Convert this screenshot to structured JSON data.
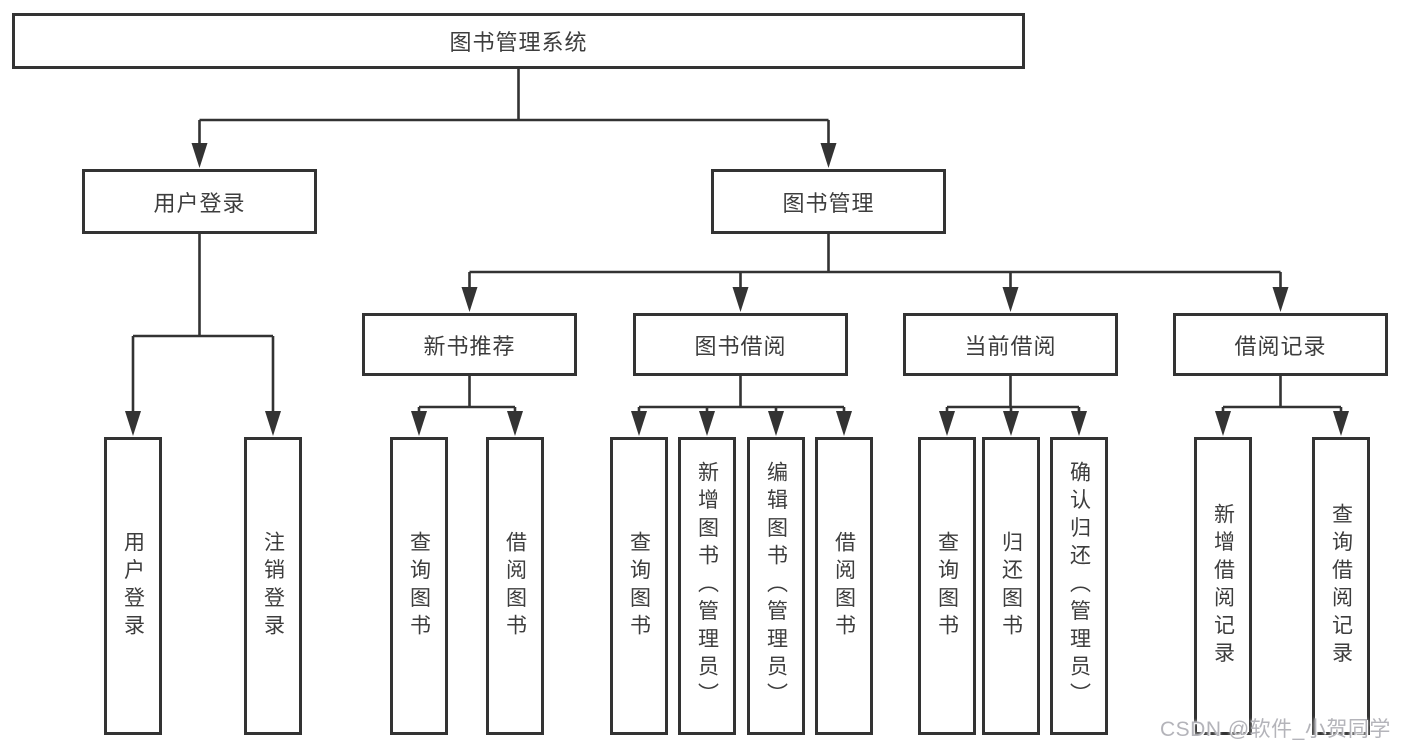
{
  "diagram": {
    "title_node": {
      "label": "图书管理系统"
    },
    "branches": [
      {
        "label": "用户登录",
        "children": [
          {
            "label": "用户登录"
          },
          {
            "label": "注销登录"
          }
        ]
      },
      {
        "label": "图书管理",
        "children": [
          {
            "label": "新书推荐",
            "children": [
              {
                "label": "查询图书"
              },
              {
                "label": "借阅图书"
              }
            ]
          },
          {
            "label": "图书借阅",
            "children": [
              {
                "label": "查询图书"
              },
              {
                "label": "新增图书（管理员）"
              },
              {
                "label": "编辑图书（管理员）"
              },
              {
                "label": "借阅图书"
              }
            ]
          },
          {
            "label": "当前借阅",
            "children": [
              {
                "label": "查询图书"
              },
              {
                "label": "归还图书"
              },
              {
                "label": "确认归还（管理员）"
              }
            ]
          },
          {
            "label": "借阅记录",
            "children": [
              {
                "label": "新增借阅记录"
              },
              {
                "label": "查询借阅记录"
              }
            ]
          }
        ]
      }
    ],
    "watermark": "CSDN @软件_小贺同学",
    "colors": {
      "line": "#333333",
      "box_border": "#333333",
      "text": "#3d3d3d",
      "background": "#ffffff",
      "watermark": "#b4b4ba"
    }
  }
}
